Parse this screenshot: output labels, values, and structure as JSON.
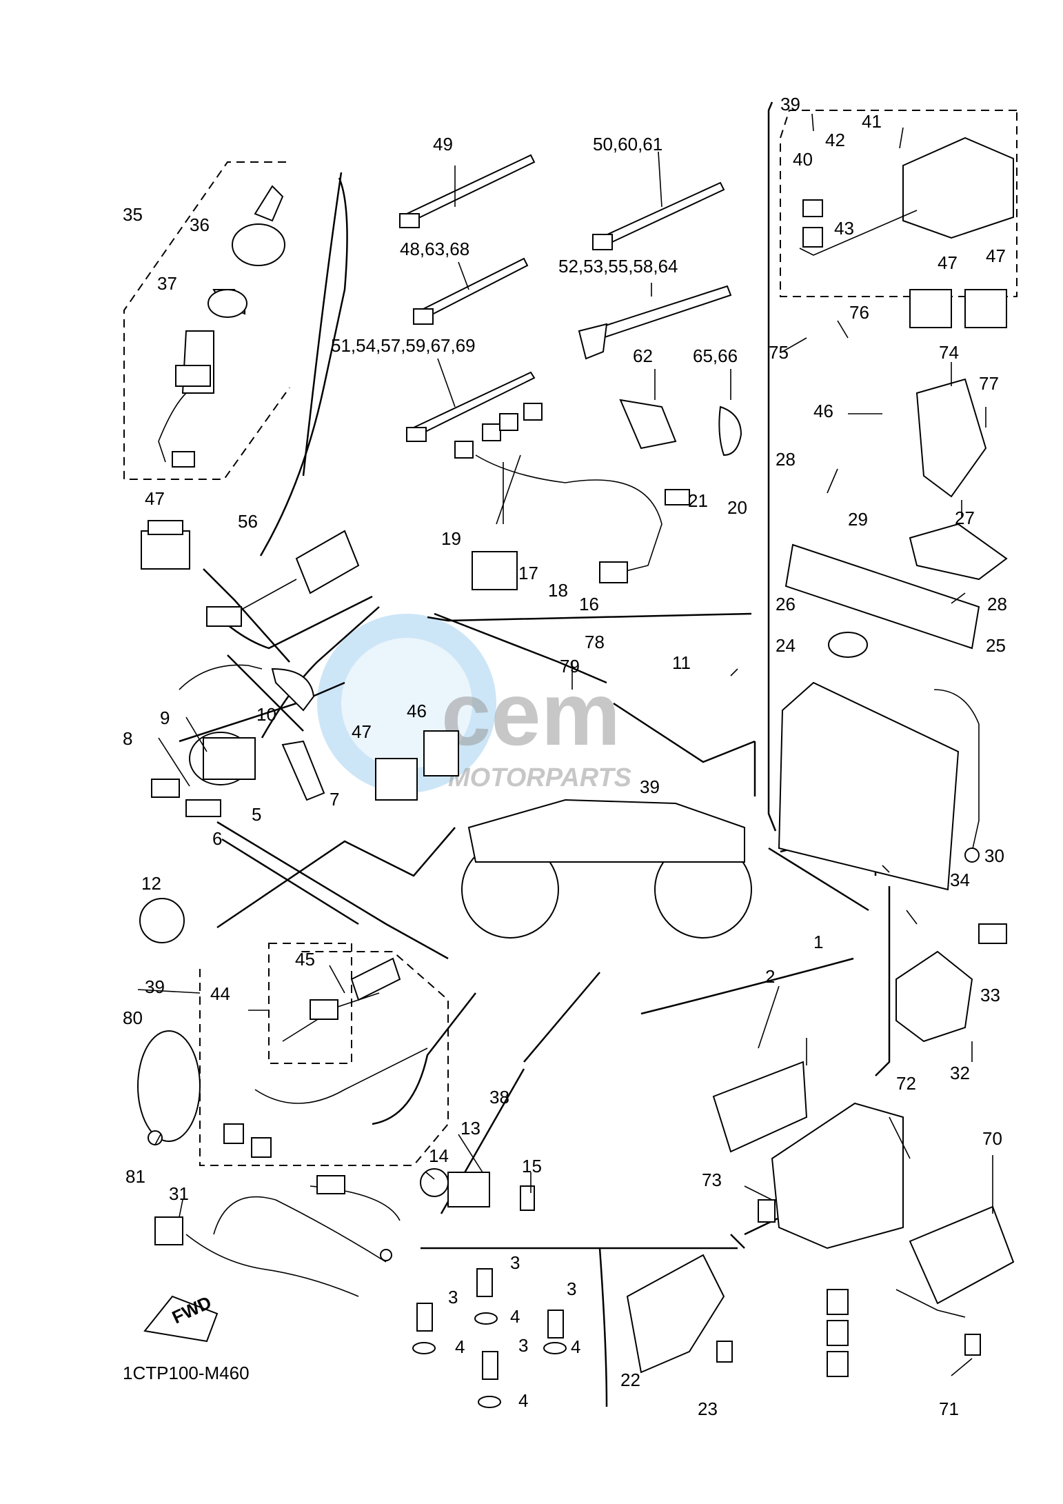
{
  "diagram_code": "1CTP100-M460",
  "direction_label": "FWD",
  "watermark": {
    "brand": "cem",
    "sub": "MOTORPARTS",
    "color": "#6fb8e8"
  },
  "callouts": {
    "c1": "1",
    "c2": "2",
    "c3a": "3",
    "c3b": "3",
    "c3c": "3",
    "c3d": "3",
    "c4a": "4",
    "c4b": "4",
    "c4c": "4",
    "c4d": "4",
    "c5": "5",
    "c6": "6",
    "c7": "7",
    "c8": "8",
    "c9": "9",
    "c10": "10",
    "c11": "11",
    "c12": "12",
    "c13": "13",
    "c14": "14",
    "c15": "15",
    "c16": "16",
    "c17": "17",
    "c18": "18",
    "c19": "19",
    "c20": "20",
    "c21": "21",
    "c22": "22",
    "c23": "23",
    "c24": "24",
    "c25": "25",
    "c26": "26",
    "c27": "27",
    "c28a": "28",
    "c28b": "28",
    "c29": "29",
    "c30": "30",
    "c31": "31",
    "c32": "32",
    "c33": "33",
    "c34": "34",
    "c35": "35",
    "c36": "36",
    "c37": "37",
    "c38": "38",
    "c39a": "39",
    "c39b": "39",
    "c39c": "39",
    "c40": "40",
    "c41": "41",
    "c42": "42",
    "c43": "43",
    "c44": "44",
    "c45": "45",
    "c46a": "46",
    "c46b": "46",
    "c47a": "47",
    "c47b": "47",
    "c47c": "47",
    "c47d": "47",
    "c49": "49",
    "c48g": "48,63,68",
    "c50g": "50,60,61",
    "c52g": "52,53,55,58,64",
    "c51g": "51,54,57,59,67,69",
    "c56": "56",
    "c62": "62",
    "c65g": "65,66",
    "c70": "70",
    "c71": "71",
    "c72": "72",
    "c73": "73",
    "c74": "74",
    "c75": "75",
    "c76": "76",
    "c77": "77",
    "c78": "78",
    "c79": "79",
    "c80": "80",
    "c81": "81"
  }
}
